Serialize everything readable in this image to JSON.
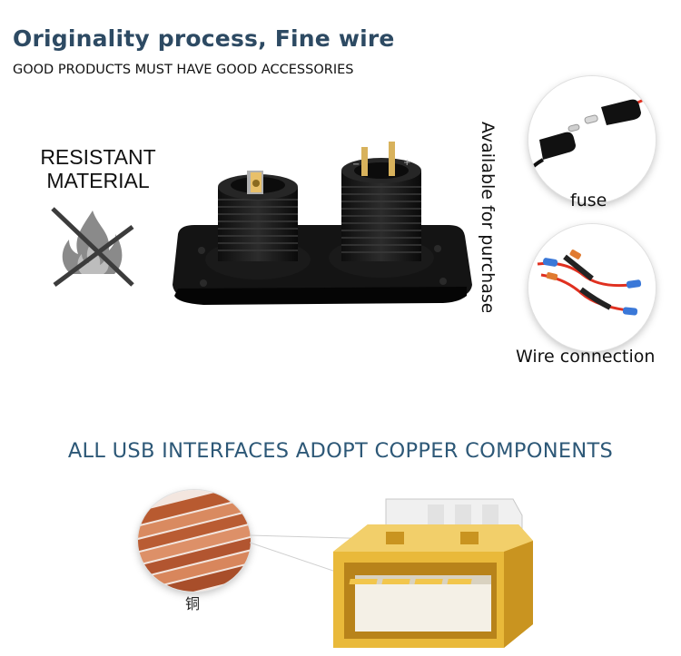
{
  "header": {
    "title": "Originality process, Fine wire",
    "subtitle": "GOOD PRODUCTS MUST HAVE GOOD ACCESSORIES"
  },
  "feature": {
    "line1": "RESISTANT",
    "line2": "MATERIAL",
    "icon": "no-fire-icon"
  },
  "accessories": {
    "vertical_text": "Available for purchase",
    "fuse_label": "fuse",
    "wire_label": "Wire connection"
  },
  "usb": {
    "heading": "ALL USB INTERFACES ADOPT COPPER COMPONENTS",
    "copper_label": "铜"
  },
  "colors": {
    "title": "#2d4a63",
    "heading": "#2d5877",
    "copper": "#c8683e",
    "usb_gold": "#e9b93a"
  }
}
